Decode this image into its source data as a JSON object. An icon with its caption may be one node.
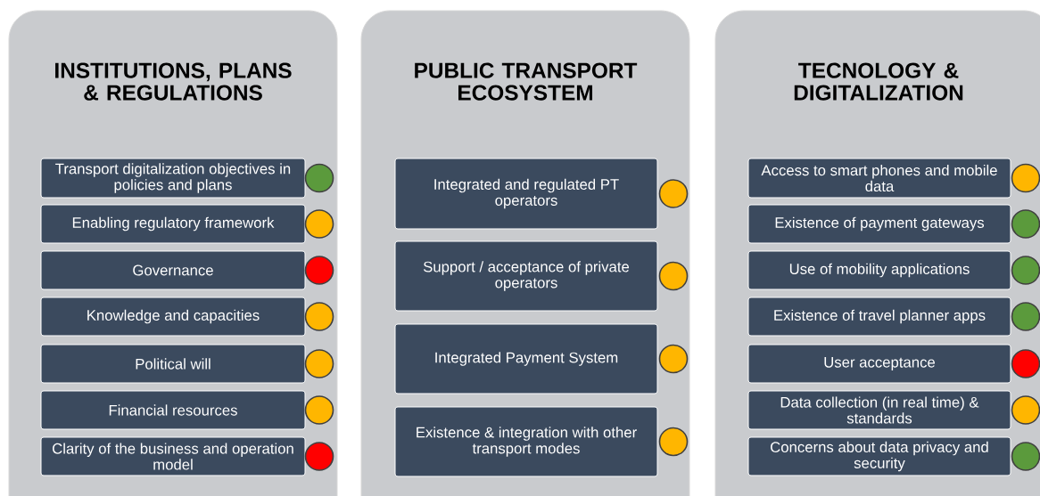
{
  "diagram": {
    "nodes": [
      {
        "text": [
          "INSTITUTIONS, PLANS & REGULATIONS"
        ]
      },
      {
        "text": [
          "Transport digitalization objectives in policies and plans"
        ],
        "in": 0
      },
      {
        "text": [],
        "shape": "circle",
        "in": 0
      },
      {
        "text": [
          "Enabling regulatory framework"
        ],
        "in": 0
      },
      {
        "text": [],
        "shape": "circle",
        "in": 0
      },
      {
        "text": [
          "Governance"
        ],
        "in": 0
      },
      {
        "text": [],
        "shape": "circle",
        "in": 0
      },
      {
        "text": [
          "Knowledge and capacities"
        ],
        "in": 0
      },
      {
        "text": [],
        "shape": "circle",
        "in": 0
      },
      {
        "text": [
          "Political will"
        ],
        "in": 0
      },
      {
        "text": [],
        "shape": "circle",
        "in": 0
      },
      {
        "text": [
          "Financial resources"
        ],
        "in": 0
      },
      {
        "text": [],
        "shape": "circle",
        "in": 0
      },
      {
        "text": [
          "Clarity of the business and operation model"
        ],
        "in": 0
      },
      {
        "text": [],
        "shape": "circle",
        "in": 0
      },
      {
        "text": [
          "PUBLIC TRANSPORT ECOSYSTEM"
        ]
      },
      {
        "text": [
          "Integrated and regulated PT operators"
        ],
        "in": 15
      },
      {
        "text": [],
        "shape": "circle",
        "in": 15
      },
      {
        "text": [
          "Support / acceptance of private operators"
        ],
        "in": 15
      },
      {
        "text": [],
        "shape": "circle",
        "in": 15
      },
      {
        "text": [
          "Integrated Payment System"
        ],
        "in": 15
      },
      {
        "text": [],
        "shape": "circle",
        "in": 15
      },
      {
        "text": [
          "Existence & integration with other transport modes"
        ],
        "in": 15
      },
      {
        "text": [],
        "shape": "circle",
        "in": 15
      },
      {
        "text": [
          "TECNOLOGY & DIGITALIZATION"
        ]
      },
      {
        "text": [
          "Access to smart phones and mobile data"
        ],
        "in": 24
      },
      {
        "text": [],
        "shape": "circle",
        "in": 24
      },
      {
        "text": [
          "Existence of payment gateways"
        ],
        "in": 24
      },
      {
        "text": [],
        "shape": "circle",
        "in": 24
      },
      {
        "text": [
          "Use of mobility applications"
        ],
        "in": 24
      },
      {
        "text": [],
        "shape": "circle",
        "in": 24
      },
      {
        "text": [
          "Existence of travel planner apps"
        ],
        "in": 24
      },
      {
        "text": [],
        "shape": "circle",
        "in": 24
      },
      {
        "text": [
          "User acceptance"
        ],
        "in": 24
      },
      {
        "text": [],
        "shape": "circle",
        "in": 24
      },
      {
        "text": [
          "Data collection (in real time) & standards"
        ],
        "in": 24
      },
      {
        "text": [],
        "shape": "circle",
        "in": 24
      },
      {
        "text": [
          "Concerns about data privacy and security"
        ],
        "in": 24
      },
      {
        "text": [],
        "shape": "circle",
        "in": 24
      }
    ]
  }
}
